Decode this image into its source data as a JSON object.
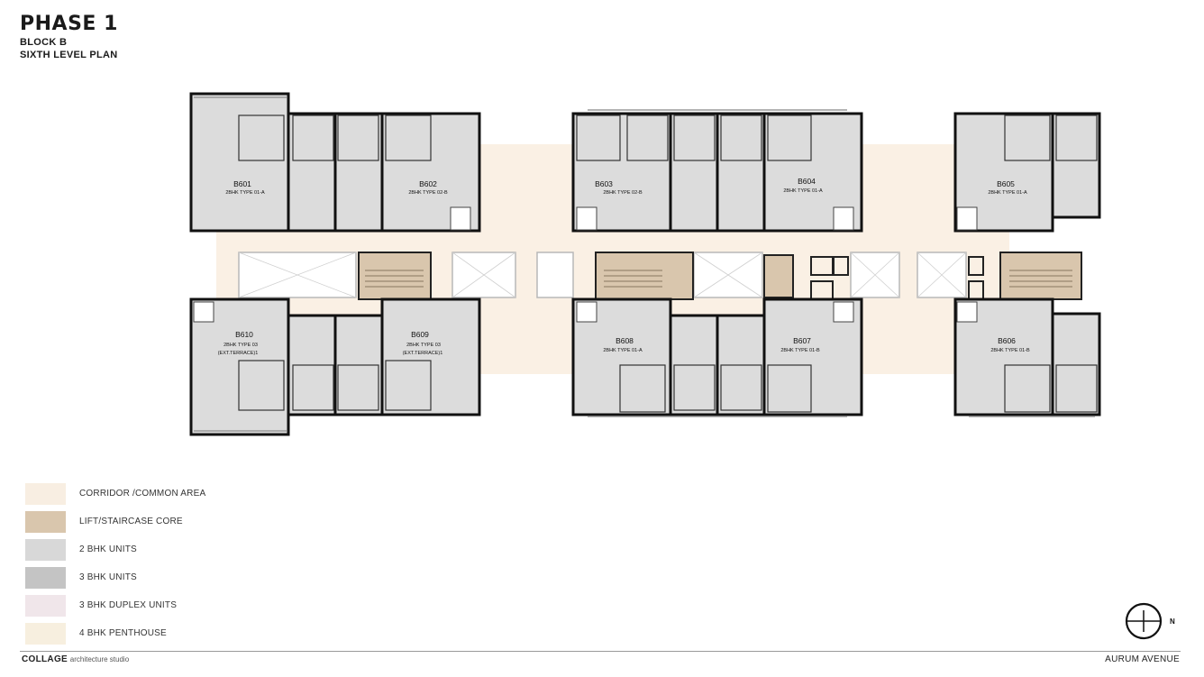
{
  "header": {
    "phase": "PHASE 1",
    "block": "BLOCK B",
    "level": "SIXTH LEVEL PLAN"
  },
  "units": [
    {
      "id": "B601",
      "type": "2BHK TYPE 01-A",
      "note": ""
    },
    {
      "id": "B602",
      "type": "2BHK TYPE 02-B",
      "note": ""
    },
    {
      "id": "B603",
      "type": "2BHK TYPE 02-B",
      "note": ""
    },
    {
      "id": "B604",
      "type": "2BHK TYPE 01-A",
      "note": ""
    },
    {
      "id": "B605",
      "type": "2BHK TYPE 01-A",
      "note": ""
    },
    {
      "id": "B610",
      "type": "2BHK TYPE 03",
      "note": "(EXT.TERRACE)1"
    },
    {
      "id": "B609",
      "type": "2BHK TYPE 03",
      "note": "(EXT.TERRACE)1"
    },
    {
      "id": "B608",
      "type": "2BHK TYPE 01-A",
      "note": ""
    },
    {
      "id": "B607",
      "type": "2BHK TYPE 01-B",
      "note": ""
    },
    {
      "id": "B606",
      "type": "2BHK TYPE 01-B",
      "note": ""
    }
  ],
  "legend": [
    {
      "label": "CORRIDOR /COMMON AREA",
      "color": "#f8eee2"
    },
    {
      "label": "LIFT/STAIRCASE CORE",
      "color": "#d9c6ad"
    },
    {
      "label": "2 BHK UNITS",
      "color": "#d8d8d8"
    },
    {
      "label": "3 BHK UNITS",
      "color": "#c4c4c4"
    },
    {
      "label": "3 BHK DUPLEX UNITS",
      "color": "#f0e6ea"
    },
    {
      "label": "4 BHK PENTHOUSE",
      "color": "#f7efdf"
    }
  ],
  "compass": {
    "letter": "N"
  },
  "footer": {
    "brand": "COLLAGE",
    "studio": "architecture studio",
    "project": "AURUM AVENUE"
  }
}
